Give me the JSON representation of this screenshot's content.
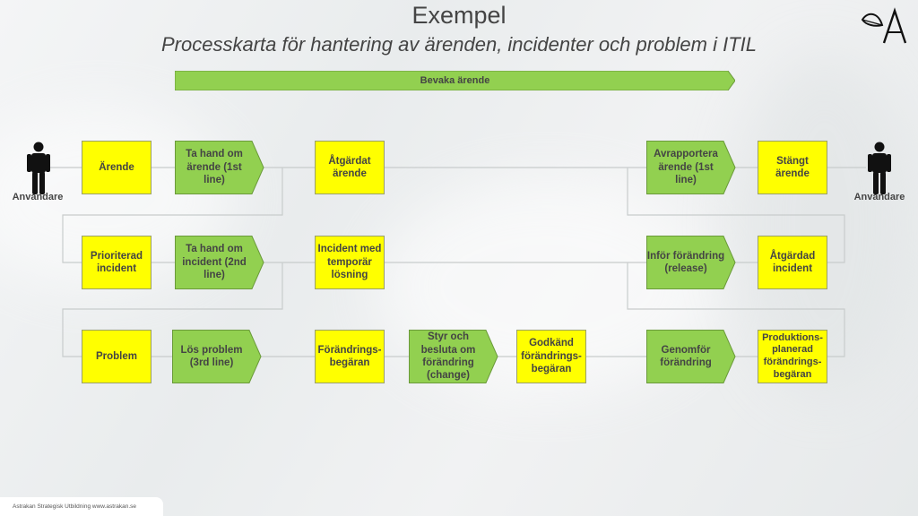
{
  "slide": {
    "title": "Exempel",
    "subtitle": "Processkarta för hantering av ärenden, incidenter och problem i ITIL",
    "banner": "Bevaka ärende",
    "footer": "Astrakan Strategisk Utbildning www.astrakan.se"
  },
  "actors": {
    "left": "Anvandare",
    "right": "Anvandare"
  },
  "row1": {
    "arende": "Ärende",
    "ta_hand_1st": "Ta hand om ärende (1st line)",
    "atgardat_arende": "Åtgärdat ärende",
    "avrapportera": "Avrapportera ärende (1st line)",
    "stangt": "Stängt ärende"
  },
  "row2": {
    "prioriterad": "Prioriterad incident",
    "ta_hand_2nd": "Ta hand om incident (2nd line)",
    "incident_temporar": "Incident med temporär lösning",
    "infor_forandring": "Inför förändring (release)",
    "atgardad_incident": "Åtgärdad incident"
  },
  "row3": {
    "problem": "Problem",
    "los_problem": "Lös problem (3rd line)",
    "forandringsbegaran": "Förändrings-begäran",
    "styr_besluta": "Styr och besluta om förändring (change)",
    "godkand": "Godkänd förändrings-begäran",
    "genomfor": "Genomför förändring",
    "produktionsplanerad": "Produktions-planerad förändrings-begäran"
  },
  "colors": {
    "yellow": "#ffff00",
    "green": "#92d050",
    "text": "#444444"
  }
}
